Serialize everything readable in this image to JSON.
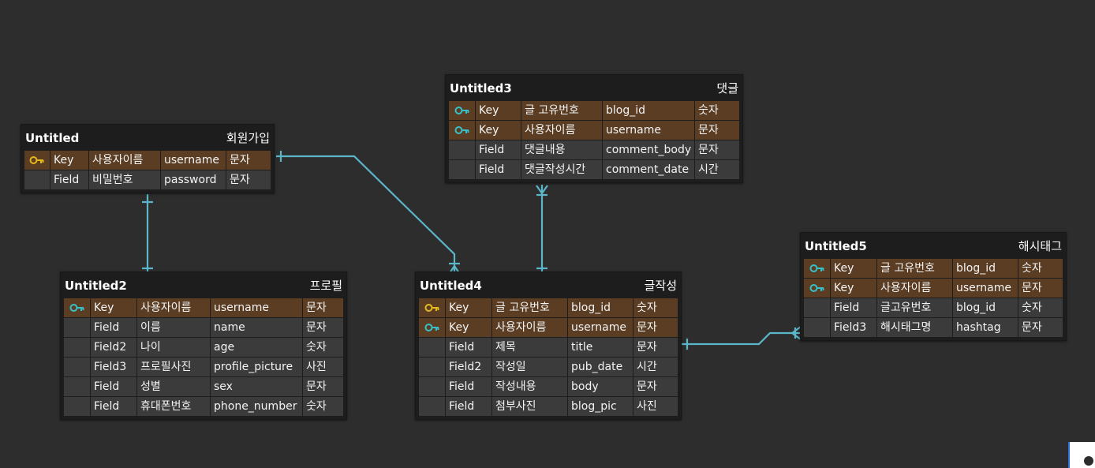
{
  "tables": [
    {
      "name": "Untitled",
      "label": "회원가입",
      "rows": [
        {
          "pk": true,
          "type": "Key",
          "korean": "사용자이름",
          "column": "username",
          "dtype": "문자",
          "icon": "gold-key-icon"
        },
        {
          "pk": false,
          "type": "Field",
          "korean": "비밀번호",
          "column": "password",
          "dtype": "문자",
          "icon": ""
        }
      ]
    },
    {
      "name": "Untitled2",
      "label": "프로필",
      "rows": [
        {
          "pk": true,
          "type": "Key",
          "korean": "사용자이름",
          "column": "username",
          "dtype": "문자",
          "icon": "teal-key-icon"
        },
        {
          "pk": false,
          "type": "Field",
          "korean": "이름",
          "column": "name",
          "dtype": "문자",
          "icon": ""
        },
        {
          "pk": false,
          "type": "Field2",
          "korean": "나이",
          "column": "age",
          "dtype": "숫자",
          "icon": ""
        },
        {
          "pk": false,
          "type": "Field3",
          "korean": "프로필사진",
          "column": "profile_picture",
          "dtype": "사진",
          "icon": ""
        },
        {
          "pk": false,
          "type": "Field",
          "korean": "성별",
          "column": "sex",
          "dtype": "문자",
          "icon": ""
        },
        {
          "pk": false,
          "type": "Field",
          "korean": "휴대폰번호",
          "column": "phone_number",
          "dtype": "숫자",
          "icon": ""
        }
      ]
    },
    {
      "name": "Untitled3",
      "label": "댓글",
      "rows": [
        {
          "pk": true,
          "type": "Key",
          "korean": "글 고유번호",
          "column": "blog_id",
          "dtype": "숫자",
          "icon": "teal-key-icon"
        },
        {
          "pk": true,
          "type": "Key",
          "korean": "사용자이름",
          "column": "username",
          "dtype": "문자",
          "icon": "teal-key-icon"
        },
        {
          "pk": false,
          "type": "Field",
          "korean": "댓글내용",
          "column": "comment_body",
          "dtype": "문자",
          "icon": ""
        },
        {
          "pk": false,
          "type": "Field",
          "korean": "댓글작성시간",
          "column": "comment_date",
          "dtype": "시간",
          "icon": ""
        }
      ]
    },
    {
      "name": "Untitled4",
      "label": "글작성",
      "rows": [
        {
          "pk": true,
          "type": "Key",
          "korean": "글 고유번호",
          "column": "blog_id",
          "dtype": "숫자",
          "icon": "gold-key-icon"
        },
        {
          "pk": true,
          "type": "Key",
          "korean": "사용자이름",
          "column": "username",
          "dtype": "문자",
          "icon": "teal-key-icon"
        },
        {
          "pk": false,
          "type": "Field",
          "korean": "제목",
          "column": "title",
          "dtype": "문자",
          "icon": ""
        },
        {
          "pk": false,
          "type": "Field2",
          "korean": "작성일",
          "column": "pub_date",
          "dtype": "시간",
          "icon": ""
        },
        {
          "pk": false,
          "type": "Field",
          "korean": "작성내용",
          "column": "body",
          "dtype": "문자",
          "icon": ""
        },
        {
          "pk": false,
          "type": "Field",
          "korean": "첨부사진",
          "column": "blog_pic",
          "dtype": "사진",
          "icon": ""
        }
      ]
    },
    {
      "name": "Untitled5",
      "label": "해시태그",
      "rows": [
        {
          "pk": true,
          "type": "Key",
          "korean": "글 고유번호",
          "column": "blog_id",
          "dtype": "숫자",
          "icon": "teal-key-icon"
        },
        {
          "pk": true,
          "type": "Key",
          "korean": "사용자이름",
          "column": "username",
          "dtype": "문자",
          "icon": "teal-key-icon"
        },
        {
          "pk": false,
          "type": "Field",
          "korean": "글고유번호",
          "column": "blog_id",
          "dtype": "숫자",
          "icon": ""
        },
        {
          "pk": false,
          "type": "Field3",
          "korean": "해시태그명",
          "column": "hashtag",
          "dtype": "문자",
          "icon": ""
        }
      ]
    }
  ],
  "colors": {
    "background": "#2d2d2d",
    "key_row": "#5a3d23",
    "field_row": "#3b3b3b",
    "relation_line": "#5bb6c9",
    "gold_key": "#e5b81c",
    "teal_key": "#38c0c8"
  }
}
